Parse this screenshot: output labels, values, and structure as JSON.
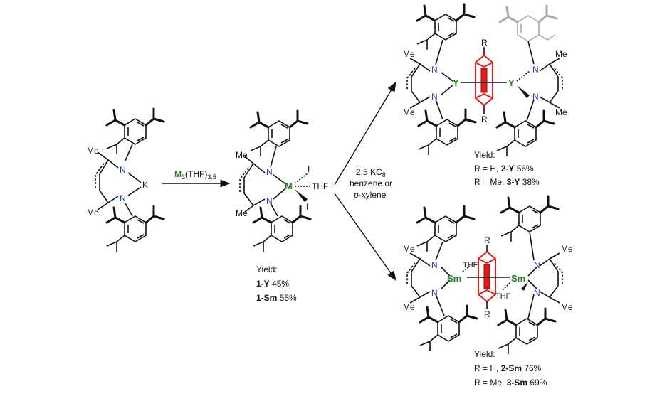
{
  "colors": {
    "nitrogen": "#1f3fbf",
    "metal": "#1e7b1e",
    "arene": "#e01b1b",
    "ghost_aryl": "#aaaaaa"
  },
  "start": {
    "me_top": "Me",
    "me_bottom": "Me",
    "n_top": "N",
    "n_bottom": "N",
    "k": "K"
  },
  "step1": {
    "reagent_m": "M",
    "reagent_rest": "(THF)",
    "sub1": "3",
    "sub2": "3.5"
  },
  "intermediate": {
    "me_top": "Me",
    "me_bottom": "Me",
    "n_top": "N",
    "n_bottom": "N",
    "metal": "M",
    "i_top": "I",
    "i_bottom": "I",
    "thf": "THF",
    "yield_title": "Yield:",
    "yields": [
      {
        "bold": "1-Y",
        "rest": " 45%"
      },
      {
        "bold": "1-Sm",
        "rest": " 55%"
      }
    ]
  },
  "step2": {
    "line1": "2.5 KC",
    "line1_sub": "8",
    "line2": "benzene or",
    "line3_ital": "p",
    "line3_rest": "-xylene"
  },
  "product_y": {
    "me_tl": "Me",
    "me_bl": "Me",
    "me_tr": "Me",
    "me_br": "Me",
    "n": "N",
    "metal": "Y",
    "r": "R",
    "yield_title": "Yield:",
    "yields": [
      {
        "pre": "R = H, ",
        "bold": "2-Y",
        "rest": " 56%"
      },
      {
        "pre": "R = Me, ",
        "bold": "3-Y",
        "rest": " 38%"
      }
    ]
  },
  "product_sm": {
    "me_tl": "Me",
    "me_bl": "Me",
    "me_tr": "Me",
    "me_br": "Me",
    "n": "N",
    "metal": "Sm",
    "r": "R",
    "thf": "THF",
    "yield_title": "Yield:",
    "yields": [
      {
        "pre": "R = H, ",
        "bold": "2-Sm",
        "rest": " 76%"
      },
      {
        "pre": "R = Me, ",
        "bold": "3-Sm",
        "rest": " 69%"
      }
    ]
  }
}
